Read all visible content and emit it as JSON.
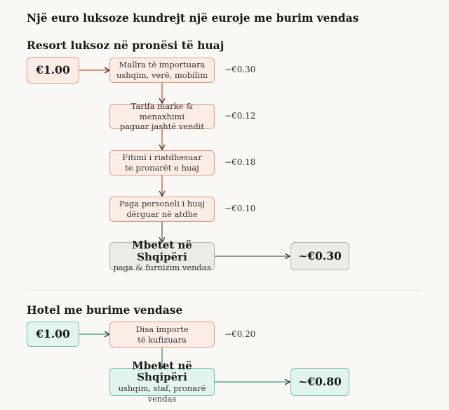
{
  "title": "Një euro luksoze kundrejt një euroje me burim vendas",
  "colors": {
    "background": "#faf8f4",
    "loss_fill": "#fbece6",
    "loss_border": "#e39a82",
    "loss_arrow": "#c8552e",
    "neutral_fill": "#ecebe6",
    "neutral_border": "#b4b2aa",
    "green_fill": "#e2f4ee",
    "green_border": "#6ec3aa",
    "green_arrow": "#2e9a77"
  },
  "foreign_resort": {
    "heading": "Resort luksoz në pronësi të huaj",
    "start": "€1.00",
    "leaks": [
      {
        "line1": "Mallra të importuara",
        "line2": "ushqim, verë, mobilim",
        "amount": "−€0.30"
      },
      {
        "line1": "Tarifa marke & menaxhimi",
        "line2": "paguar jashtë vendit",
        "amount": "−€0.12"
      },
      {
        "line1": "Fitimi i riatdhesuar",
        "line2": "te pronarët e huaj",
        "amount": "−€0.18"
      },
      {
        "line1": "Paga personeli i huaj",
        "line2": "dërguar në atdhe",
        "amount": "−€0.10"
      }
    ],
    "remain_title": "Mbetet në Shqipëri",
    "remain_sub": "paga & furnizim vendas",
    "result": "~€0.30"
  },
  "local_hotel": {
    "heading": "Hotel me burime vendase",
    "start": "€1.00",
    "leak": {
      "line1": "Disa importe",
      "line2": "të kufizuara",
      "amount": "−€0.20"
    },
    "remain_title": "Mbetet në Shqipëri",
    "remain_sub": "ushqim, staf, pronarë vendas",
    "result": "~€0.80"
  }
}
